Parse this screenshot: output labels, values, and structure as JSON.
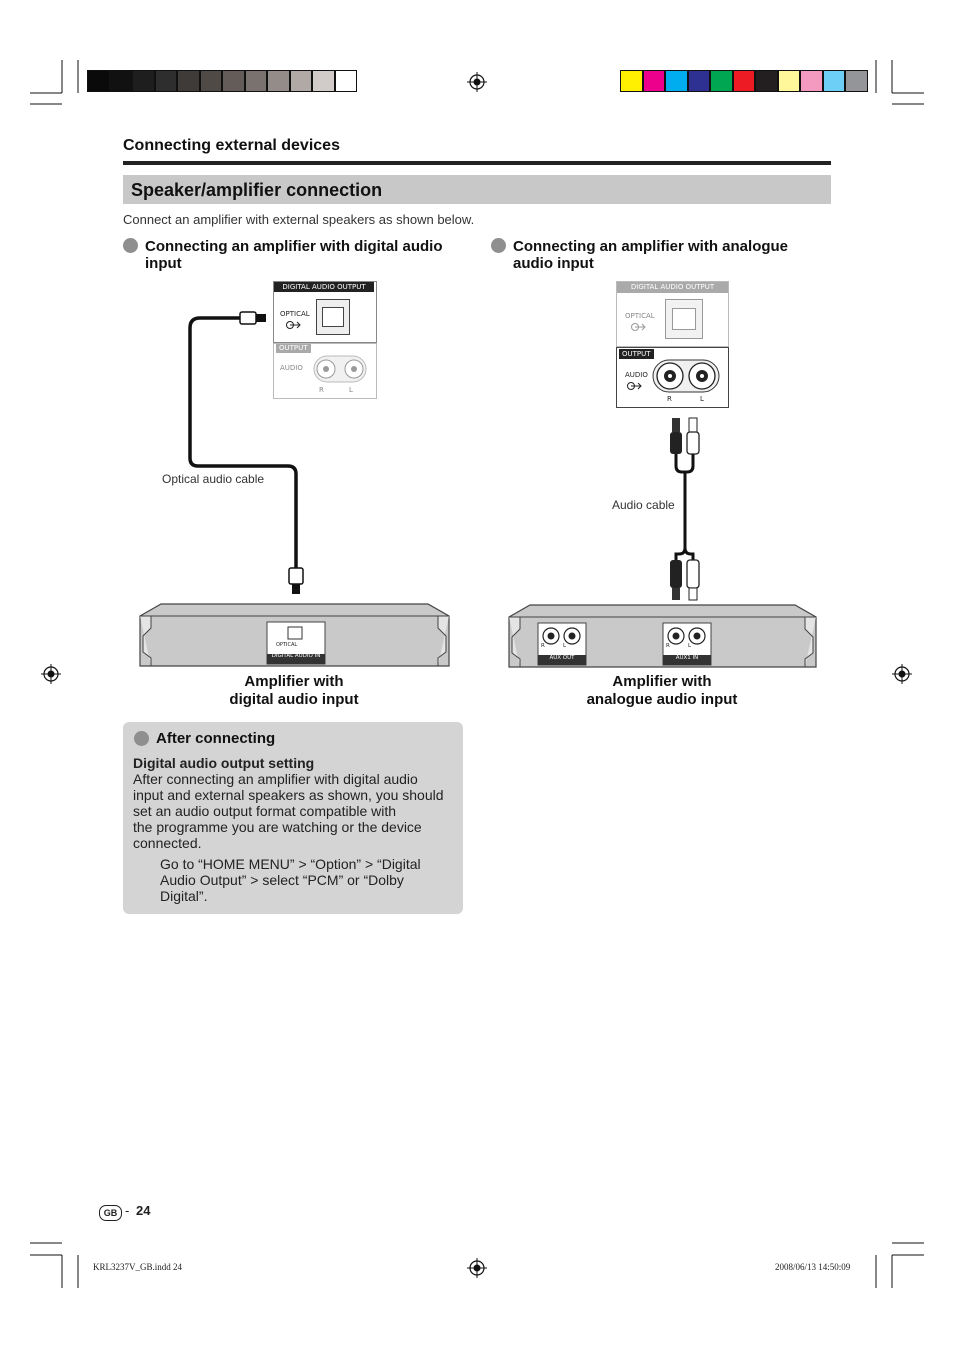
{
  "header": {
    "section_title": "Connecting external devices",
    "band_title": "Speaker/amplifier connection",
    "intro": "Connect an amplifier with external speakers as shown below."
  },
  "left_column": {
    "heading_line1": "Connecting an amplifier with digital audio",
    "heading_line2": "input",
    "panel_top_label": "DIGITAL  AUDIO  OUTPUT",
    "panel_optical_label": "OPTICAL",
    "panel_output_label": "OUTPUT",
    "panel_audio_label": "AUDIO",
    "panel_r": "R",
    "panel_l": "L",
    "cable_label": "Optical audio cable",
    "amp_port_optical": "OPTICAL",
    "amp_port_label": "DIGITAL AUDIO IN",
    "caption_line1": "Amplifier with",
    "caption_line2": "digital audio input"
  },
  "right_column": {
    "heading_line1": "Connecting an amplifier with analogue",
    "heading_line2": "audio input",
    "panel_top_label": "DIGITAL  AUDIO  OUTPUT",
    "panel_optical_label": "OPTICAL",
    "panel_output_label": "OUTPUT",
    "panel_audio_label": "AUDIO",
    "panel_r": "R",
    "panel_l": "L",
    "cable_label": "Audio cable",
    "amp_port1_label": "AUX OUT",
    "amp_port2_label": "AUX1 IN",
    "amp_port_r": "R",
    "amp_port_l": "L",
    "caption_line1": "Amplifier with",
    "caption_line2": "analogue audio input"
  },
  "note": {
    "title": "After connecting",
    "subtitle": "Digital audio output setting",
    "body_lines": [
      "After connecting an amplifier with digital audio",
      "input and external speakers as shown, you should",
      "set an audio output format compatible with",
      "the programme you are watching or the device",
      "connected."
    ],
    "indent_lines": [
      "Go to “HOME MENU” > “Option” > “Digital",
      "Audio Output” > select “PCM” or “Dolby",
      "Digital”."
    ]
  },
  "page": {
    "region_badge": "GB",
    "dash": "-",
    "page_number": "24"
  },
  "print_footer": {
    "file": "KRL3237V_GB.indd   24",
    "timestamp": "2008/06/13   14:50:09"
  },
  "colors": {
    "gray_swatches": [
      "#0a0a0a",
      "#111111",
      "#1e1e1e",
      "#2e2e2e",
      "#3e3b39",
      "#504a47",
      "#645c58",
      "#7a726e",
      "#948c88",
      "#b0a9a6",
      "#d1ccc9",
      "#ffffff"
    ],
    "color_swatches": [
      "#ffef00",
      "#ec008c",
      "#00aeef",
      "#2e3192",
      "#00a651",
      "#ed1c24",
      "#231f20",
      "#fff799",
      "#f49ac1",
      "#6dcff6",
      "#939598"
    ],
    "band": "#c8c8c8",
    "note_box": "#d4d4d4"
  }
}
